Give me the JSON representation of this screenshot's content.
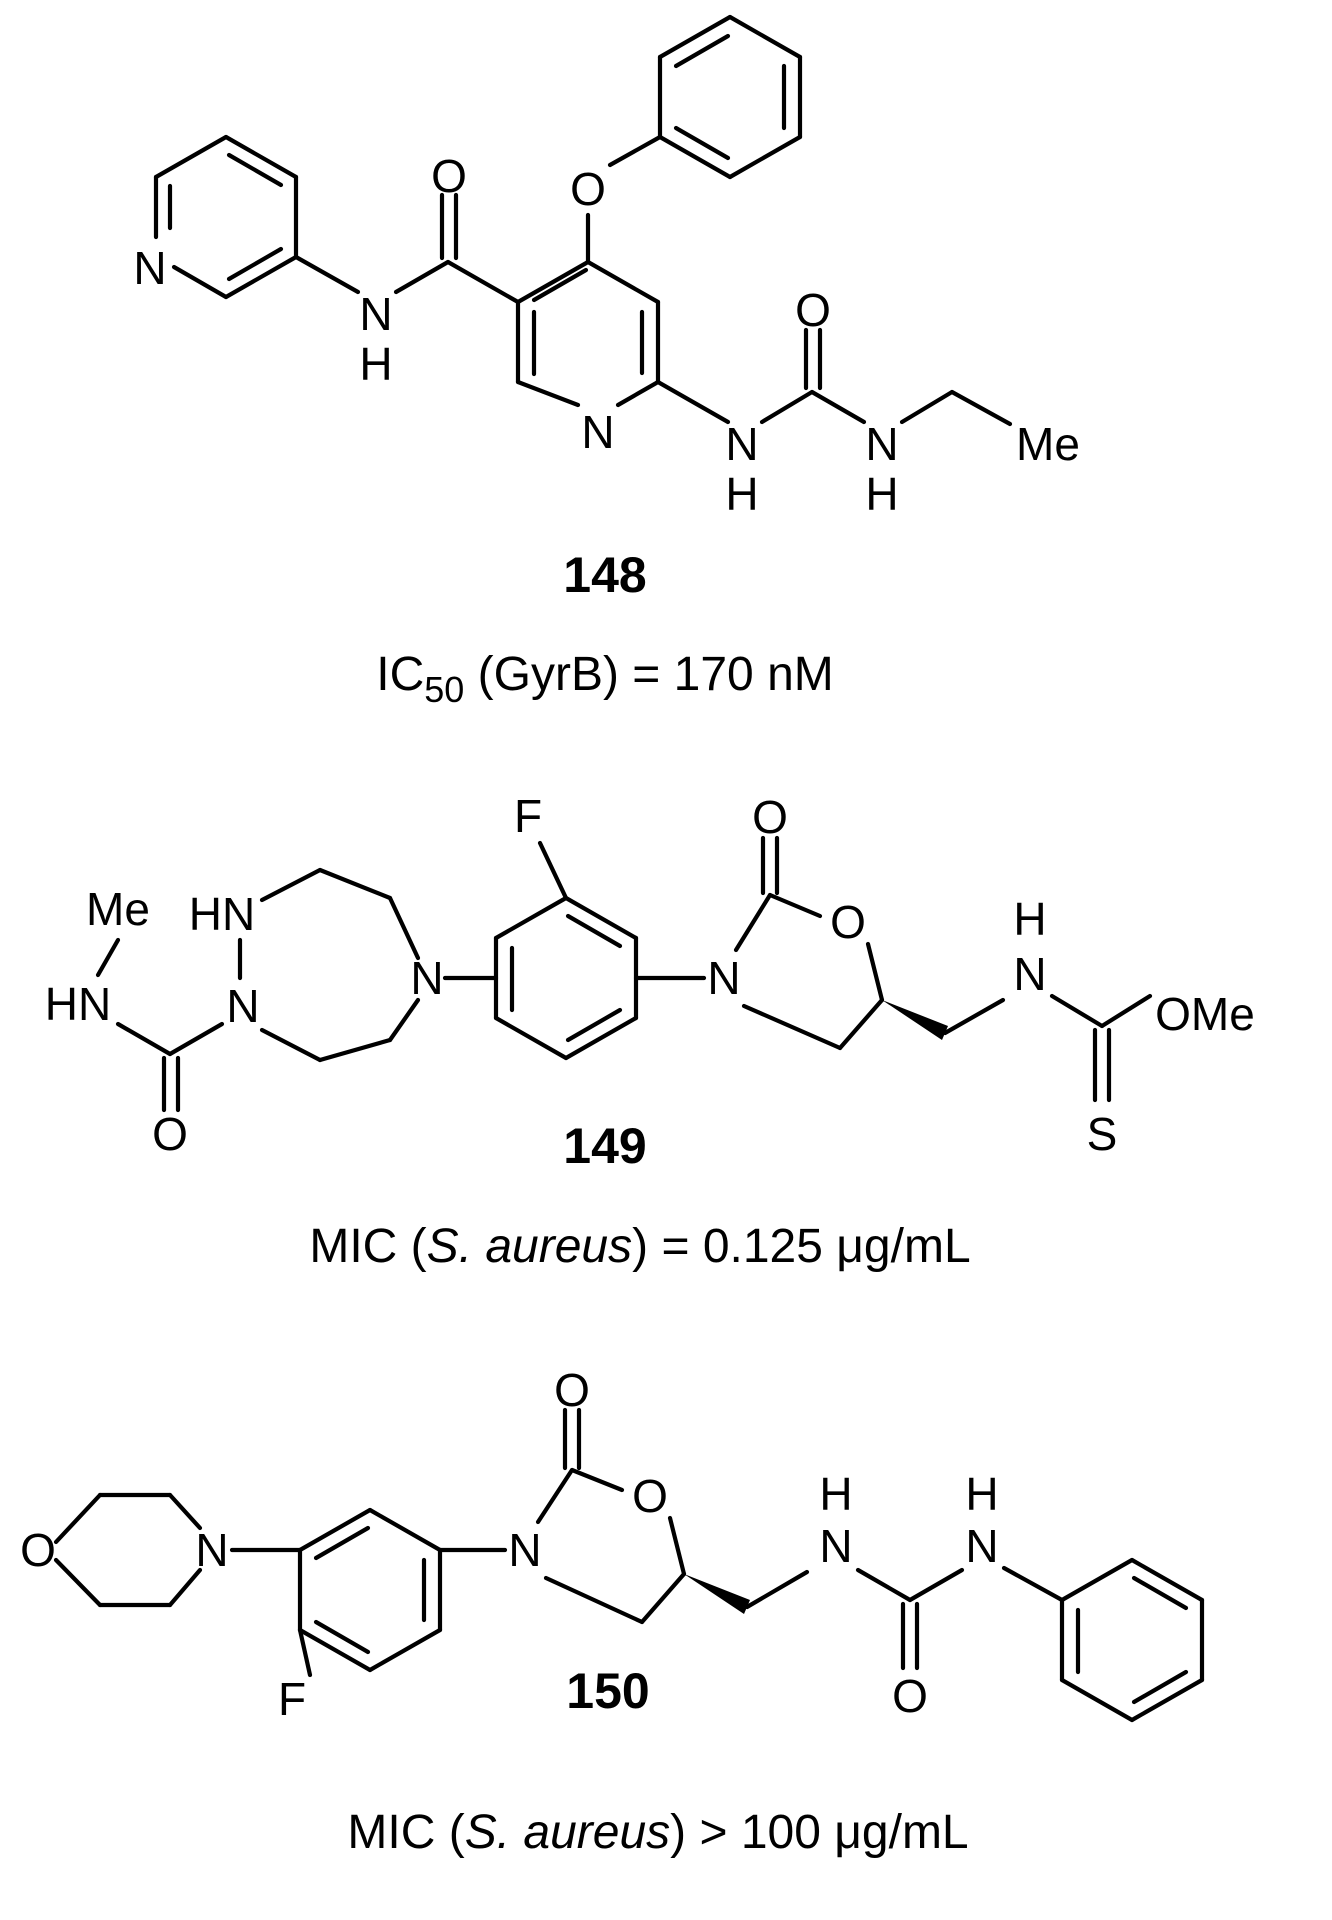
{
  "compounds": [
    {
      "id": "148",
      "activity": {
        "prefix": "IC",
        "subscript": "50",
        "text": " (GyrB) = 170 nM"
      },
      "atoms": {
        "n_pyridine": "N",
        "nh_amide_n": "N",
        "nh_amide_h": "H",
        "o_amide": "O",
        "o_ether": "O",
        "n_ring": "N",
        "nh_urea1_n": "N",
        "nh_urea1_h": "H",
        "o_urea": "O",
        "nh_urea2_n": "N",
        "nh_urea2_h": "H",
        "me": "Me"
      }
    },
    {
      "id": "149",
      "activity": {
        "prefix": "MIC (",
        "italic": "S. aureus",
        "text": ") = 0.125 μg/mL"
      },
      "atoms": {
        "f": "F",
        "me_top": "Me",
        "hn_ring": "HN",
        "hn_left": "HN",
        "n_ring2": "N",
        "n_aryl": "N",
        "o_carbonyl": "O",
        "o_ox_carbonyl": "O",
        "n_ox": "N",
        "o_ox": "O",
        "h_thio": "H",
        "n_thio": "N",
        "ome": "OMe",
        "s": "S"
      }
    },
    {
      "id": "150",
      "activity": {
        "prefix": "MIC (",
        "italic": "S. aureus",
        "text": ") > 100 μg/mL"
      },
      "atoms": {
        "o_morph": "O",
        "n_morph": "N",
        "f": "F",
        "o_ox_carbonyl": "O",
        "n_ox": "N",
        "o_ox": "O",
        "h_urea1": "H",
        "n_urea1": "N",
        "h_urea2": "H",
        "n_urea2": "N",
        "o_urea": "O"
      }
    }
  ]
}
